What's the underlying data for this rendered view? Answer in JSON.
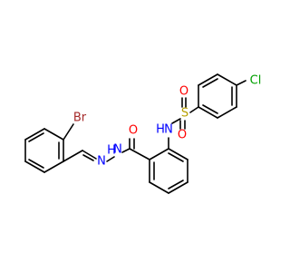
{
  "molecule": {
    "atoms": {
      "br": {
        "label": "Br",
        "color": "#a52a2a"
      },
      "n_imine": {
        "label": "N",
        "color": "#0000ff"
      },
      "n_hydrazide": {
        "label": "N",
        "color": "#0000ff"
      },
      "h_hydrazide": {
        "label": "H",
        "color": "#0000ff"
      },
      "o_carbonyl": {
        "label": "O",
        "color": "#ff0000"
      },
      "n_sulfonamide": {
        "label": "N",
        "color": "#0000ff"
      },
      "h_sulfonamide": {
        "label": "H",
        "color": "#0000ff"
      },
      "s": {
        "label": "S",
        "color": "#b8a000"
      },
      "o_sulfonyl_1": {
        "label": "O",
        "color": "#ff0000"
      },
      "o_sulfonyl_2": {
        "label": "O",
        "color": "#ff0000"
      },
      "cl": {
        "label": "Cl",
        "color": "#00a000"
      }
    }
  }
}
